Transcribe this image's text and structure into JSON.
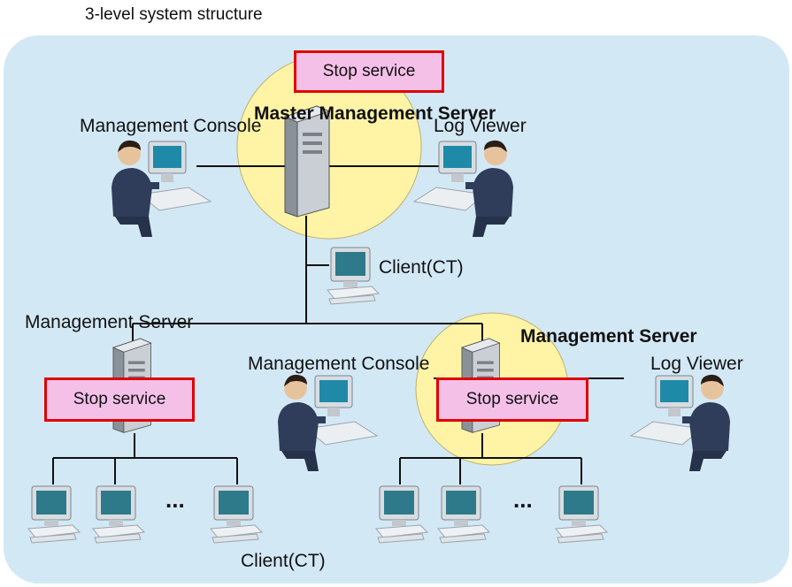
{
  "diagram": {
    "title": "3-level system structure",
    "colors": {
      "panel": "#d3e8f5",
      "highlight": "#fff3a6",
      "stop_fill": "#f4c0e8",
      "stop_border": "#e00000",
      "line": "#111111"
    },
    "top": {
      "server_label": "Master Management Server",
      "stop_label": "Stop service",
      "console_label": "Management Console",
      "viewer_label": "Log Viewer",
      "client_label": "Client(CT)"
    },
    "left": {
      "server_label": "Management Server",
      "stop_label": "Stop service"
    },
    "right": {
      "server_label": "Management Server",
      "stop_label": "Stop service",
      "console_label": "Management Console",
      "viewer_label": "Log Viewer"
    },
    "bottom": {
      "clients_label": "Client(CT)",
      "ellipsis_left": "...",
      "ellipsis_right": "..."
    },
    "icons": [
      "server-icon",
      "person-at-computer-icon",
      "client-computer-icon"
    ]
  }
}
